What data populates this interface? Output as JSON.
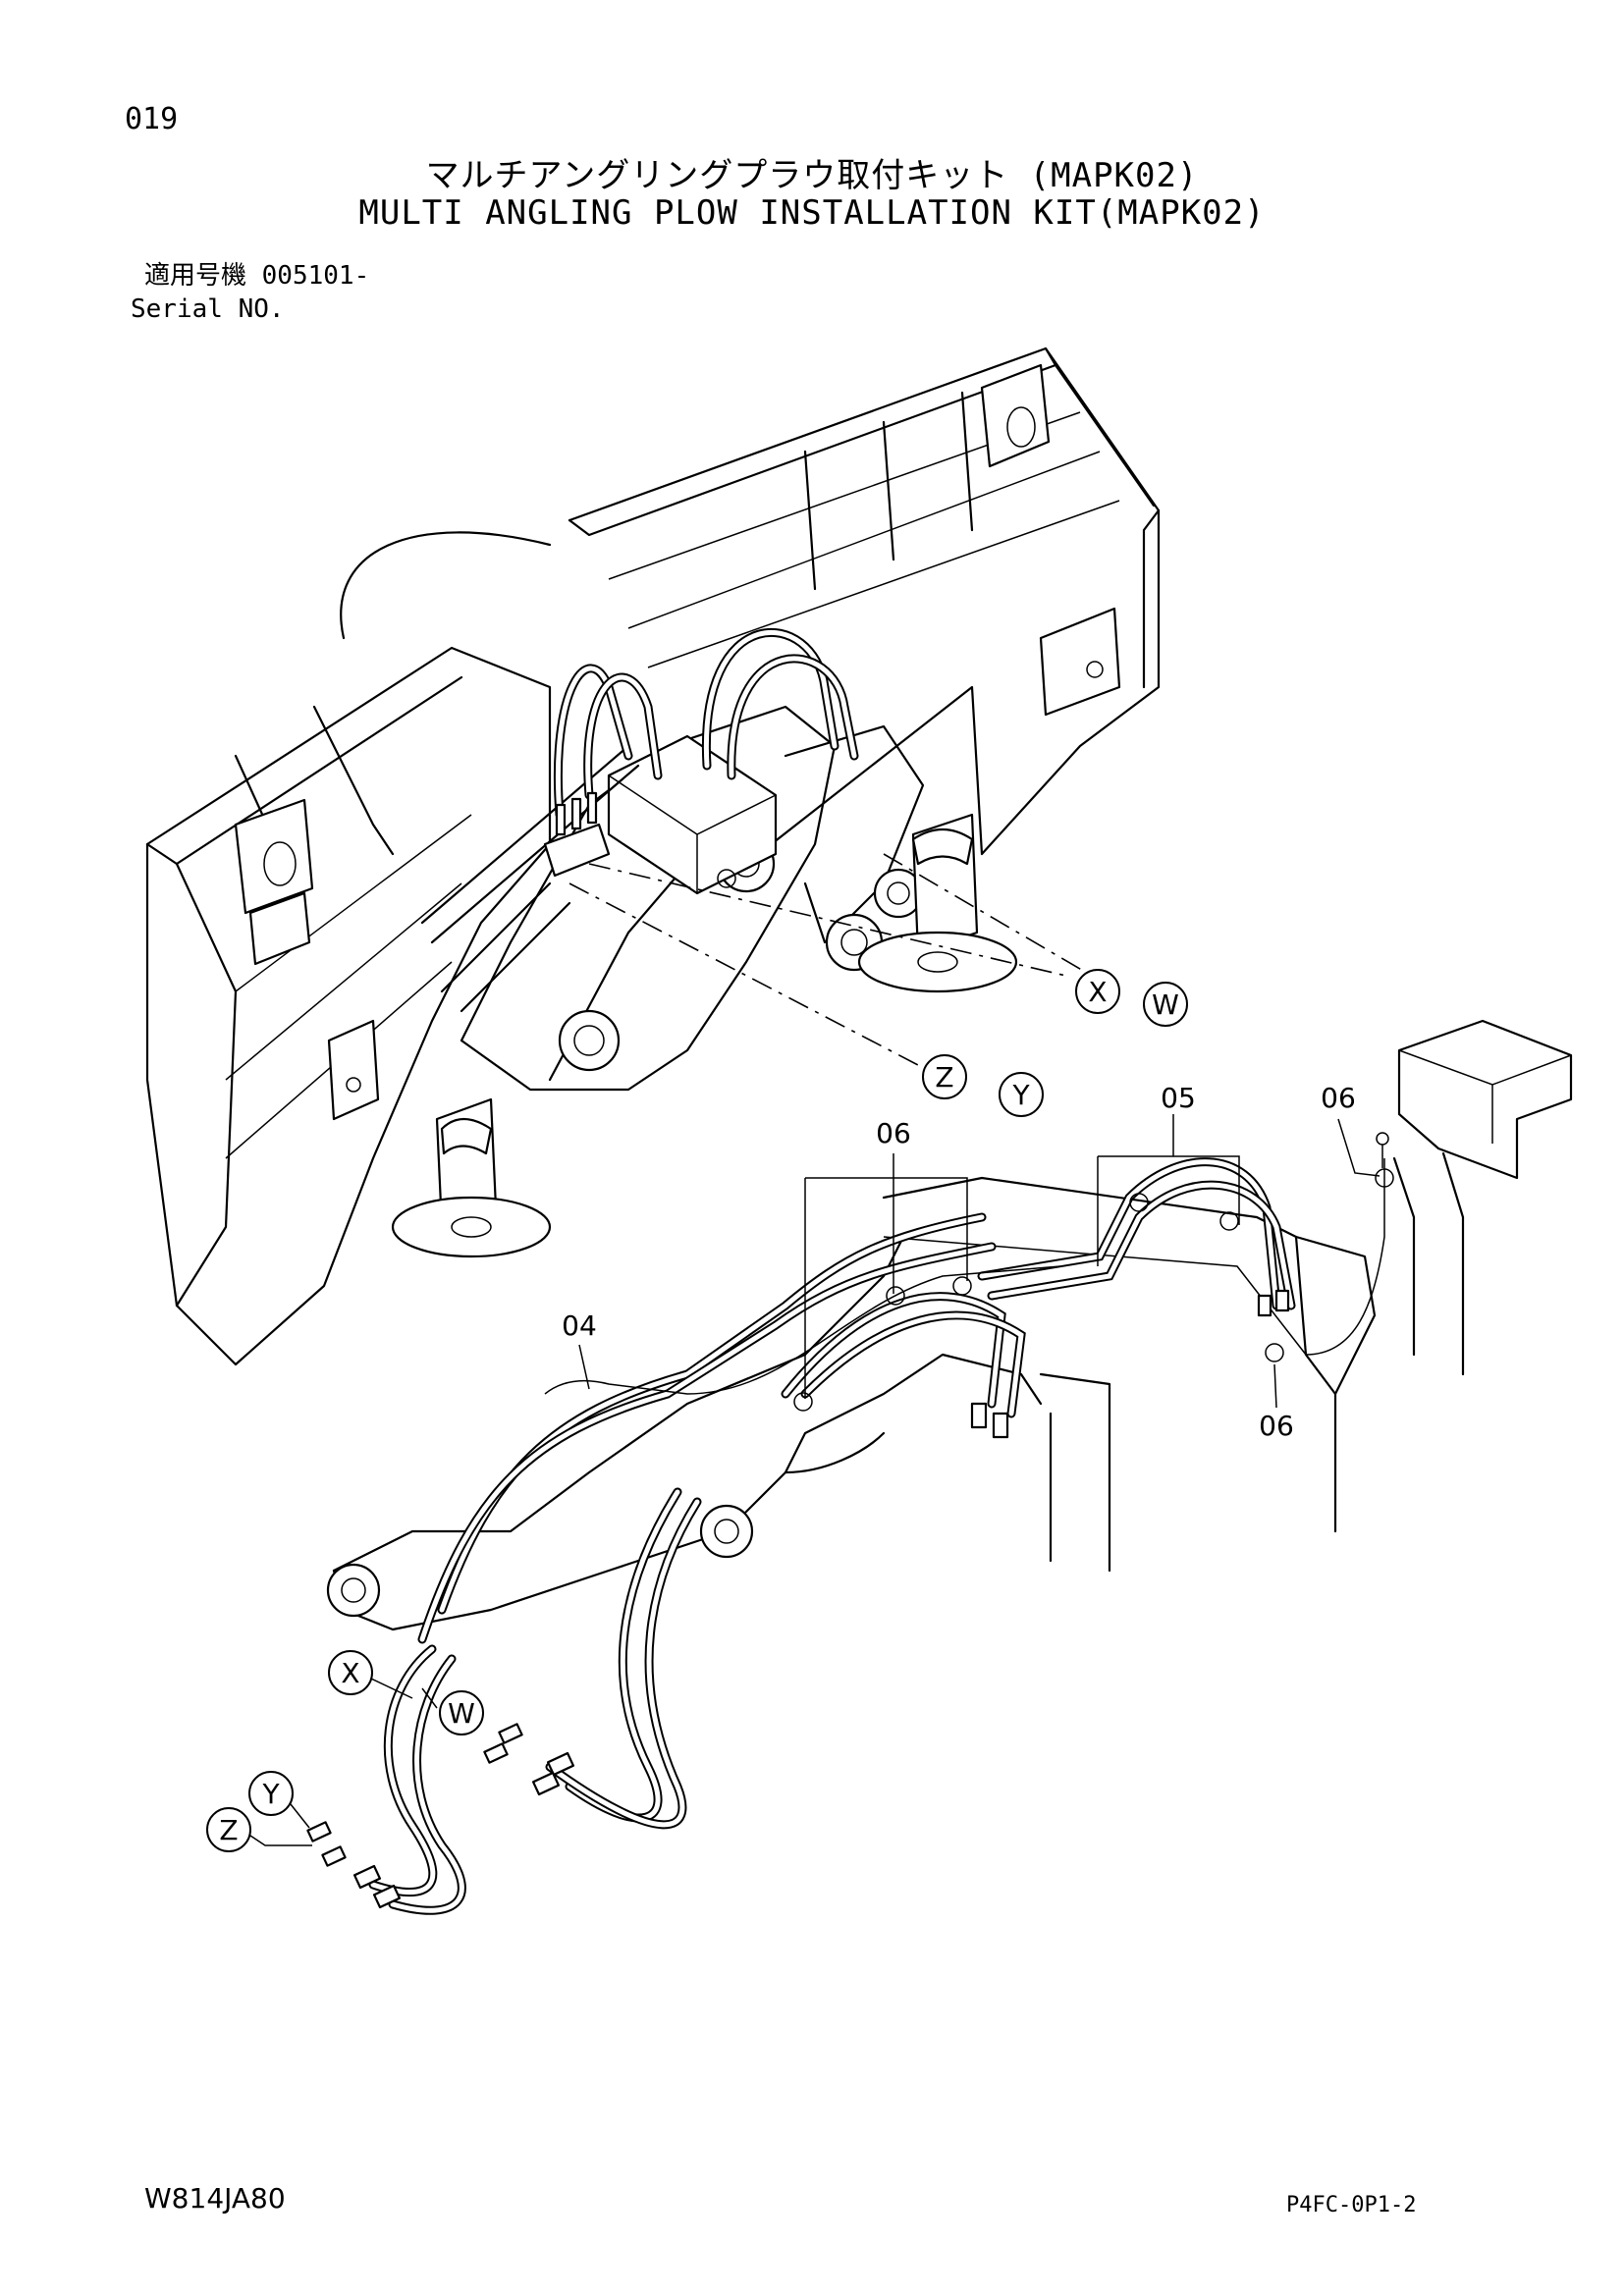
{
  "header": {
    "page_number": "019",
    "title_jp": "マルチアングリングプラウ取付キット (MAPK02)",
    "title_en": "MULTI ANGLING PLOW INSTALLATION KIT(MAPK02)",
    "serial_jp": "適用号機 005101-",
    "serial_en": "Serial NO."
  },
  "callouts": {
    "part_04": "04",
    "part_05": "05",
    "part_06_a": "06",
    "part_06_b": "06",
    "part_06_c": "06"
  },
  "connection_labels": {
    "x_top": "X",
    "w_top": "W",
    "z_top": "Z",
    "y_top": "Y",
    "x_bottom": "X",
    "w_bottom": "W",
    "y_bottom": "Y",
    "z_bottom": "Z"
  },
  "footer": {
    "doc_code": "W814JA80",
    "page_code": "P4FC-0P1-2"
  }
}
